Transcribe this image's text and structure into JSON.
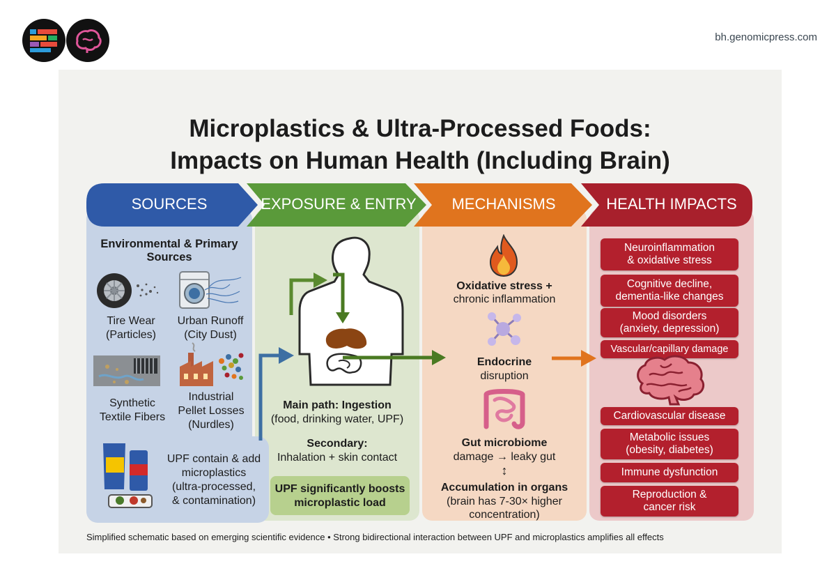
{
  "site_url": "bh.genomicpress.com",
  "title_line1": "Microplastics & Ultra-Processed Foods:",
  "title_line2": "Impacts on Human Health (Including Brain)",
  "headers": {
    "sources": "SOURCES",
    "exposure": "EXPOSURE & ENTRY",
    "mechanisms": "MECHANISMS",
    "impacts": "HEALTH IMPACTS"
  },
  "colors": {
    "sources": "#2f5aa8",
    "exposure": "#5a9a3a",
    "mechanisms": "#e0741e",
    "impacts": "#a8202c"
  },
  "sources": {
    "heading": "Environmental & Primary Sources",
    "tire_wear": "Tire Wear",
    "tire_wear_sub": "(Particles)",
    "urban_runoff": "Urban Runoff",
    "urban_runoff_sub": "(City Dust)",
    "synthetic": "Synthetic",
    "textile": "Textile Fibers",
    "industrial": "Industrial",
    "pellet": "Pellet Losses",
    "nurdles": "(Nurdles)",
    "upf1": "UPF contain & add",
    "upf2": "microplastics",
    "upf3": "(ultra-processed,",
    "upf4": "& contamination)"
  },
  "exposure": {
    "main1": "Main path: Ingestion",
    "main2": "(food, drinking water, UPF)",
    "secondary1": "Secondary:",
    "secondary2": "Inhalation + skin contact",
    "boost1": "UPF significantly boosts",
    "boost2": "microplastic load"
  },
  "mechanisms": {
    "oxidative1": "Oxidative stress +",
    "oxidative2": "chronic inflammation",
    "endocrine1": "Endocrine",
    "endocrine2": "disruption",
    "gut1": "Gut microbiome",
    "gut2": "damage → leaky gut",
    "updown": "↕",
    "accum1": "Accumulation in organs",
    "accum2": "(brain has 7-30× higher",
    "accum3": "concentration)"
  },
  "impacts": {
    "i1a": "Neuroinflammation",
    "i1b": "& oxidative stress",
    "i2a": "Cognitive decline,",
    "i2b": "dementia-like changes",
    "i3a": "Mood disorders",
    "i3b": "(anxiety, depression)",
    "i4": "Vascular/capillary damage",
    "i5": "Cardiovascular disease",
    "i6a": "Metabolic issues",
    "i6b": "(obesity, diabetes)",
    "i7": "Immune dysfunction",
    "i8a": "Reproduction &",
    "i8b": "cancer risk"
  },
  "footer": "Simplified schematic based on emerging scientific evidence • Strong bidirectional interaction between UPF and microplastics amplifies all effects"
}
